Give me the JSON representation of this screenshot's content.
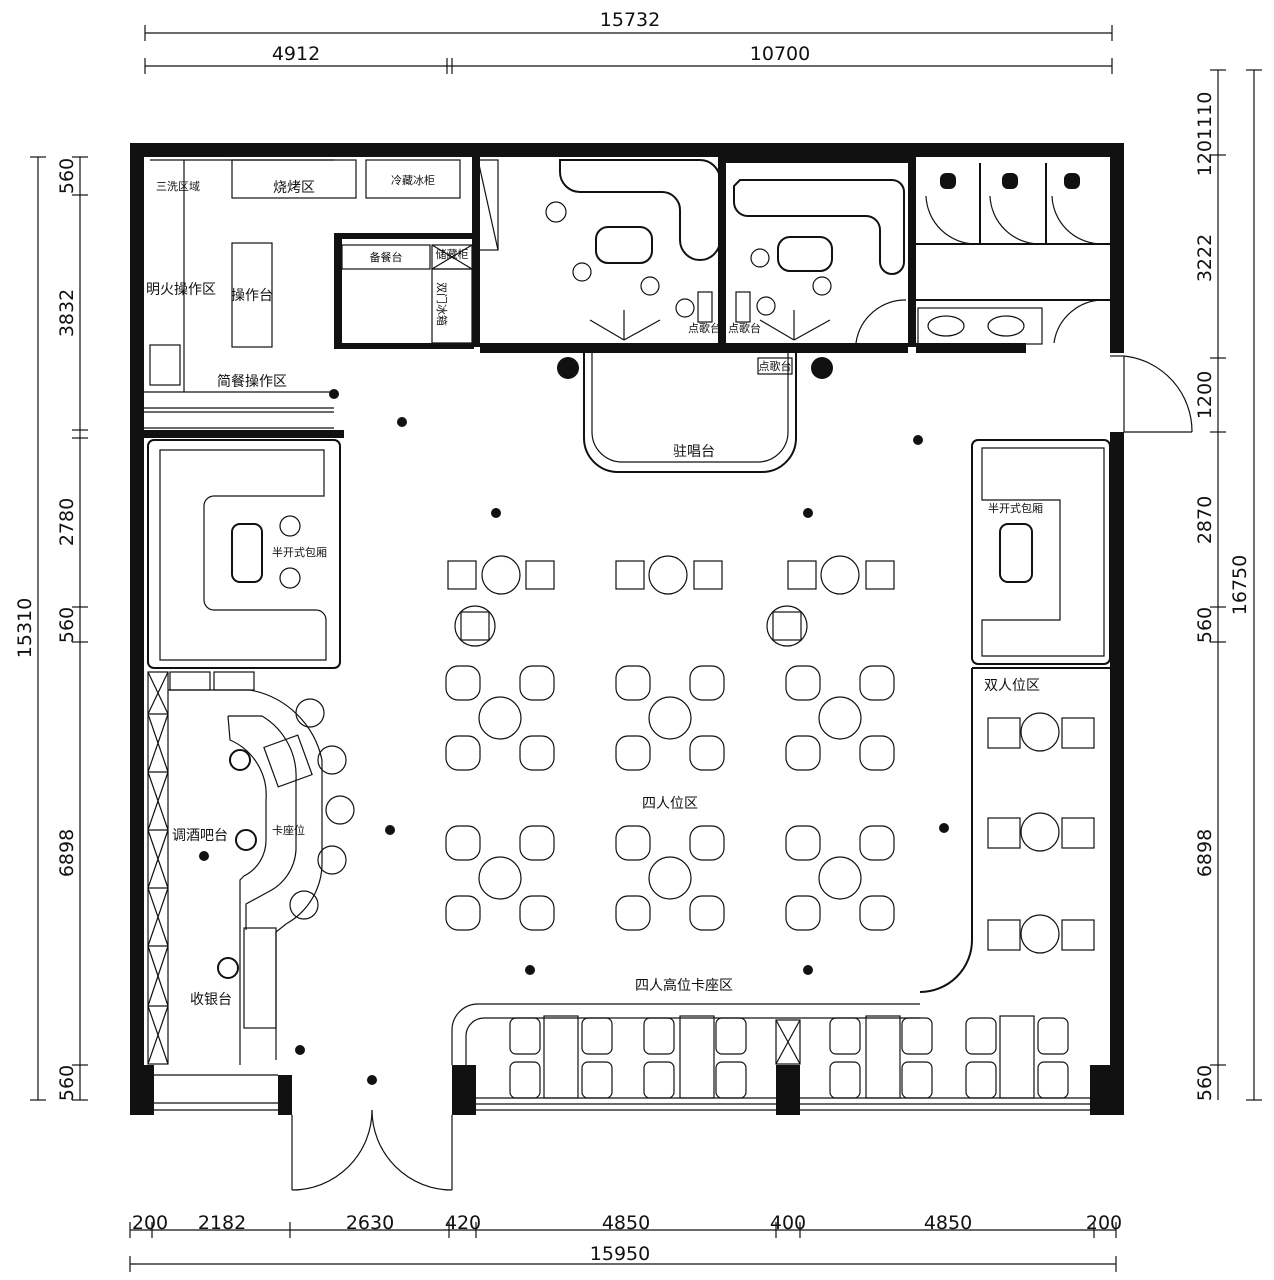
{
  "dimensions": {
    "top_total": "15732",
    "top_left": "4912",
    "top_right": "10700",
    "bottom_total": "15950",
    "bottom_segments": [
      "200",
      "2182",
      "2630",
      "420",
      "4850",
      "400",
      "4850",
      "200"
    ],
    "left_total": "15310",
    "left_segments": [
      "560",
      "3832",
      "2780",
      "560",
      "6898",
      "560"
    ],
    "right_total": "16750",
    "right_segments": [
      "1201110",
      "3222",
      "1200",
      "2870",
      "560",
      "6898",
      "560"
    ]
  },
  "rooms": {
    "wash": "三洗区域",
    "bbq": "烧烤区",
    "fridge": "冷藏冰柜",
    "open_fire": "明火操作区",
    "worktable": "操作台",
    "prep": "备餐台",
    "storage": "储藏柜",
    "double_fridge": "双门冰箱",
    "simple_cook": "简餐操作区",
    "stage": "驻唱台",
    "ktv_left": "点歌台",
    "ktv_right": "点歌台",
    "ktv_desk": "点歌台",
    "semi_private_left": "半开式包厢",
    "semi_private_right": "半开式包厢",
    "two_person": "双人位区",
    "four_person": "四人位区",
    "high_booth": "四人高位卡座区",
    "bar": "调酒吧台",
    "booth": "卡座位",
    "cashier": "收银台"
  }
}
